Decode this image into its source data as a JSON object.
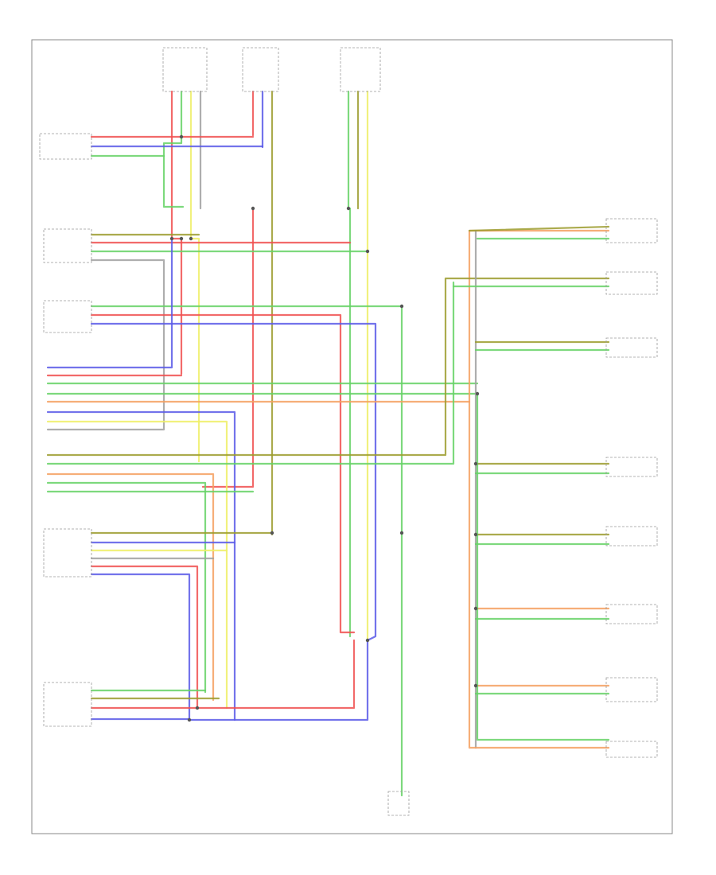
{
  "diagram": {
    "title": "",
    "footer_left": "",
    "footer_center": "",
    "colors": {
      "red": "#f05050",
      "blue": "#5a5ae8",
      "green": "#66d266",
      "yellow": "#eeee66",
      "orange": "#f5a060",
      "olive": "#9c9c2e",
      "gray": "#a0a0a0"
    },
    "components": [
      {
        "id": "top-module-1",
        "label": ""
      },
      {
        "id": "top-module-2",
        "label": ""
      },
      {
        "id": "top-module-3",
        "label": ""
      },
      {
        "id": "left-module-1",
        "label": ""
      },
      {
        "id": "left-module-2",
        "label": ""
      },
      {
        "id": "left-module-3",
        "label": ""
      },
      {
        "id": "left-module-4",
        "label": ""
      },
      {
        "id": "left-module-5",
        "label": ""
      },
      {
        "id": "right-module-1",
        "label": ""
      },
      {
        "id": "right-module-2",
        "label": ""
      },
      {
        "id": "right-module-3",
        "label": ""
      },
      {
        "id": "right-module-4",
        "label": ""
      },
      {
        "id": "right-module-5",
        "label": ""
      },
      {
        "id": "right-module-6",
        "label": ""
      },
      {
        "id": "right-module-7",
        "label": ""
      },
      {
        "id": "right-module-8",
        "label": ""
      },
      {
        "id": "bottom-connector",
        "label": ""
      }
    ]
  }
}
